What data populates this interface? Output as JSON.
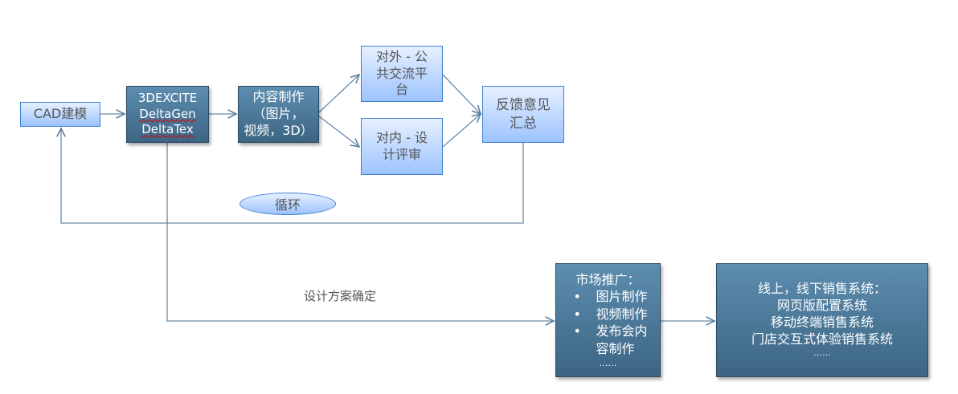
{
  "nodes": {
    "cad": "CAD建模",
    "deltagen": [
      "3DEXCITE",
      "DeltaGen",
      "DeltaTex"
    ],
    "content": [
      "内容制作",
      "（图片，",
      "视频，3D）"
    ],
    "external": [
      "对外 - 公",
      "共交流平",
      "台"
    ],
    "internal": [
      "对内 - 设",
      "计评审"
    ],
    "feedback": [
      "反馈意见",
      "汇总"
    ],
    "loop": "循环",
    "design_confirmed": "设计方案确定",
    "marketing": {
      "title": "市场推广：",
      "items": [
        "图片制作",
        "视频制作",
        "发布会内容制作"
      ],
      "more": "……"
    },
    "sales": {
      "title": "线上，线下销售系统：",
      "lines": [
        "网页版配置系统",
        "移动终端销售系统",
        "门店交互式体验销售系统"
      ],
      "more": "……"
    }
  }
}
